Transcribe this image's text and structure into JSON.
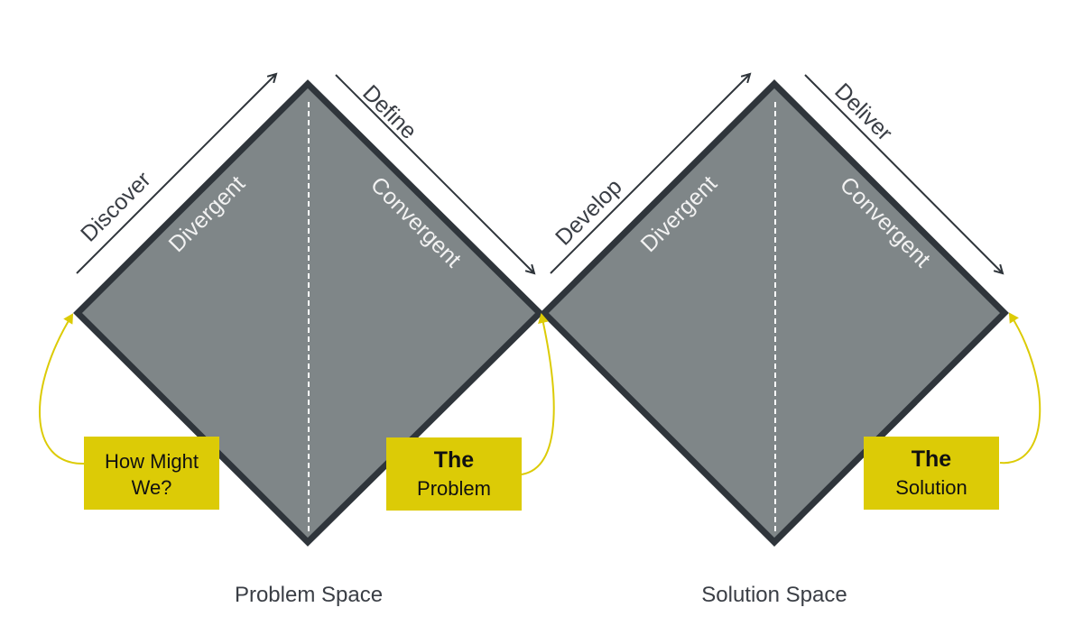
{
  "colors": {
    "diamond_fill": "#7f8688",
    "diamond_stroke": "#2f353b",
    "note_fill": "#dccb06",
    "connector": "#dccb06",
    "arrow": "#2f353b"
  },
  "phases": {
    "discover": "Discover",
    "define": "Define",
    "develop": "Develop",
    "deliver": "Deliver"
  },
  "diamonds": {
    "problem": {
      "left_label": "Divergent",
      "right_label": "Convergent",
      "space_label": "Problem Space"
    },
    "solution": {
      "left_label": "Divergent",
      "right_label": "Convergent",
      "space_label": "Solution Space"
    }
  },
  "notes": {
    "hmw": {
      "line1": "How Might",
      "line2": "We?"
    },
    "problem": {
      "line1": "The",
      "line2": "Problem"
    },
    "solution": {
      "line1": "The",
      "line2": "Solution"
    }
  }
}
